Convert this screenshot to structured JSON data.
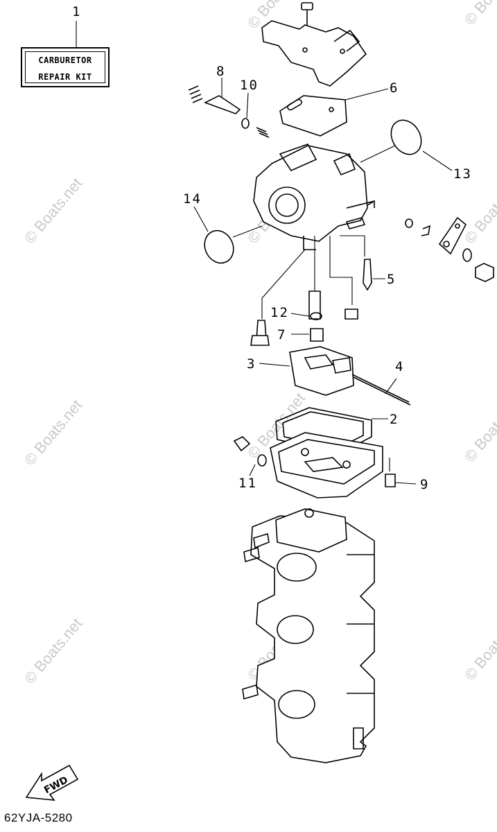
{
  "kit_label": {
    "line1": "CARBURETOR",
    "line2": "REPAIR KIT"
  },
  "callouts": [
    "1",
    "2",
    "3",
    "4",
    "5",
    "6",
    "7",
    "8",
    "9",
    "10",
    "11",
    "12",
    "13",
    "14"
  ],
  "part_code": "62YJA-5280",
  "fwd_label": "FWD",
  "watermark": "© Boats.net"
}
